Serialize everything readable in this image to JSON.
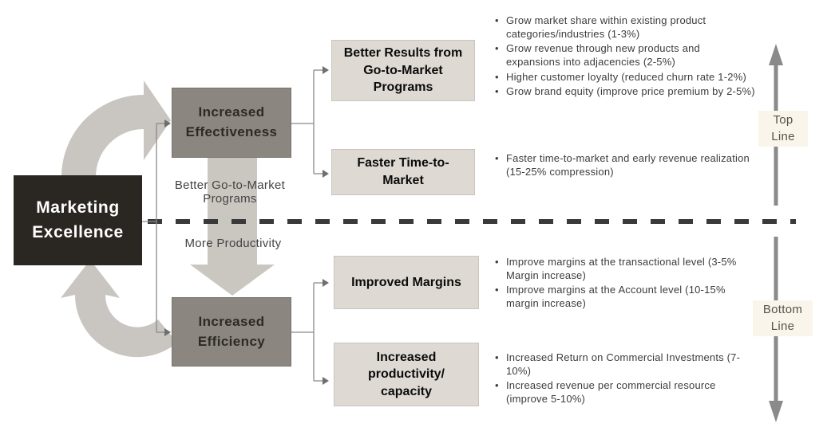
{
  "hub": {
    "label": "Marketing\nExcellence"
  },
  "drivers": [
    {
      "label": "Increased\nEffectiveness"
    },
    {
      "label": "Increased\nEfficiency"
    }
  ],
  "flows": [
    {
      "label": "Better Go-to-Market\nPrograms"
    },
    {
      "label": "More Productivity"
    }
  ],
  "outcomes": [
    {
      "label": "Better Results from\nGo-to-Market\nPrograms",
      "bullets": [
        "Grow market share within existing product categories/industries (1-3%)",
        "Grow revenue through new products and expansions into adjacencies (2-5%)",
        "Higher customer loyalty (reduced churn rate 1-2%)",
        "Grow brand equity (improve price premium by 2-5%)"
      ]
    },
    {
      "label": "Faster Time-to-\nMarket",
      "bullets": [
        "Faster time-to-market and early revenue realization (15-25% compression)"
      ]
    },
    {
      "label": "Improved Margins",
      "bullets": [
        "Improve margins at the transactional level (3-5% Margin increase)",
        "Improve margins at the Account level (10-15% margin increase)"
      ]
    },
    {
      "label": "Increased\nproductivity/\ncapacity",
      "bullets": [
        "Increased Return on Commercial Investments (7-10%)",
        "Increased revenue per commercial resource (improve 5-10%)"
      ]
    }
  ],
  "side_labels": [
    {
      "label": "Top\nLine"
    },
    {
      "label": "Bottom\nLine"
    }
  ],
  "glyphs": {
    "bullet": "•"
  },
  "colors": {
    "hub_bg": "#2a2622",
    "driver_bg": "#8b8680",
    "outcome_bg": "#dedad3",
    "big_arrow_gray": "#c9c6c1",
    "connector_gray": "#8a8a8a",
    "dashed_line": "#3a3a3a",
    "side_label_bg": "#faf5eb"
  }
}
